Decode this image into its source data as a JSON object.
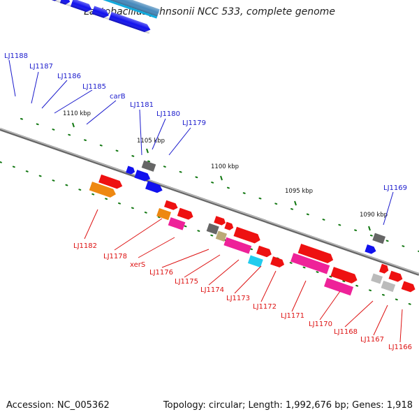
{
  "title": "Lactobacillus johnsonii NCC 533, complete genome",
  "footer": {
    "accession": "Accession: NC_005362",
    "summary": "Topology: circular; Length: 1,992,676 bp; Genes: 1,918"
  },
  "scale": {
    "ticks": [
      "1110 kbp",
      "1105 kbp",
      "1100 kbp",
      "1095 kbp",
      "1090 kbp"
    ]
  },
  "labels": {
    "plus": [
      "LJ1188",
      "LJ1187",
      "LJ1186",
      "LJ1185",
      "carB",
      "LJ1181",
      "LJ1180",
      "LJ1179",
      "LJ1169"
    ],
    "minus": [
      "LJ1182",
      "LJ1178",
      "xerS",
      "LJ1176",
      "LJ1175",
      "LJ1174",
      "LJ1173",
      "LJ1172",
      "LJ1171",
      "LJ1170",
      "LJ1168",
      "LJ1167",
      "LJ1166"
    ]
  },
  "colors": {
    "plus_label": "#1a1acc",
    "minus_label": "#dd1111",
    "blue_gene": "#1111ee",
    "red_gene": "#ee1111",
    "pink_gene": "#ee2299",
    "cyan_gene": "#22ccee",
    "orange_gene": "#ee8811",
    "gray_gene": "#666666",
    "light_gray_gene": "#bbbbbb",
    "tan_gene": "#bbaa77",
    "green_gene": "#99ee33",
    "salmon_gene": "#ee8888",
    "steel_gene": "#4488bb",
    "backbone": "#888888",
    "dot": "#117711"
  }
}
